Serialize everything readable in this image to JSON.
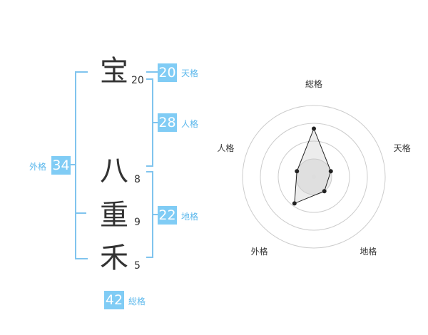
{
  "name": {
    "chars": [
      {
        "char": "宝",
        "strokes": "20"
      },
      {
        "char": "八",
        "strokes": "8"
      },
      {
        "char": "重",
        "strokes": "9"
      },
      {
        "char": "禾",
        "strokes": "5"
      }
    ]
  },
  "fortunes": {
    "tenkaku": {
      "label": "天格",
      "value": "20"
    },
    "jinkaku": {
      "label": "人格",
      "value": "28"
    },
    "chikaku": {
      "label": "地格",
      "value": "22"
    },
    "gaikaku": {
      "label": "外格",
      "value": "34"
    },
    "soukaku": {
      "label": "総格",
      "value": "42"
    }
  },
  "colors": {
    "accent": "#80ccf5",
    "label": "#5cb8ec",
    "bracket": "#80c4ee",
    "text": "#333333"
  },
  "chart_data": {
    "type": "radar",
    "axes": [
      "総格",
      "天格",
      "地格",
      "外格",
      "人格"
    ],
    "scale_max": 4,
    "rings": 4,
    "values": [
      2.7,
      1.0,
      1.0,
      1.85,
      1.0
    ]
  }
}
